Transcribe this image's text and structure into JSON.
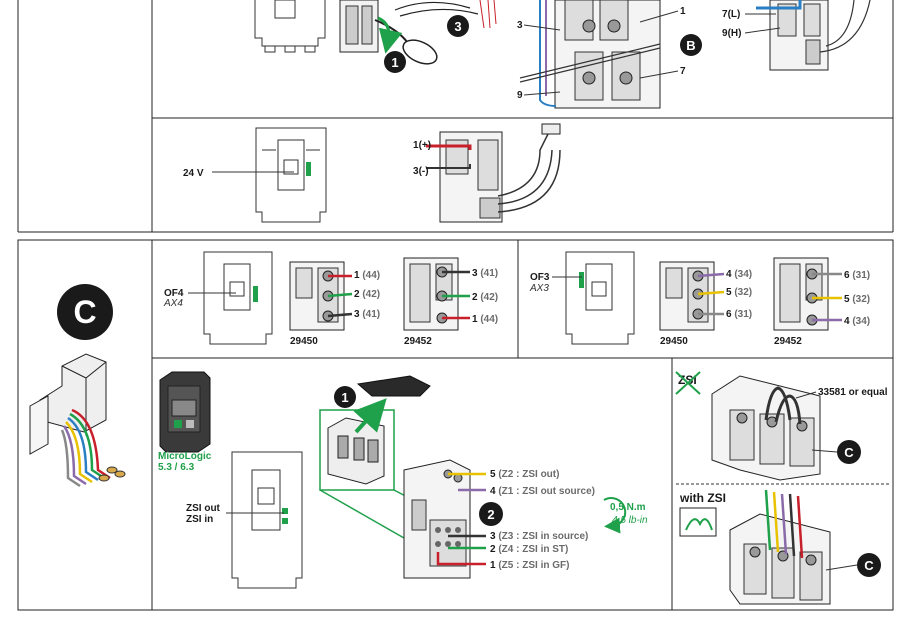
{
  "section_c_letter": "C",
  "top_row": {
    "right_labels": {
      "l7": "7",
      "l7_suffix": "(L)",
      "l9": "9",
      "l9_suffix": "(H)"
    },
    "mid_labels": {
      "l3": "3",
      "l1": "1",
      "l7": "7",
      "l9": "9",
      "badge": "B"
    },
    "step_badges": [
      "1",
      "3"
    ]
  },
  "supply_panel": {
    "voltage": "24 V",
    "pin1": "1",
    "pin1_suffix": "(+)",
    "pin3": "3",
    "pin3_suffix": "(-)"
  },
  "of4_panel": {
    "title": "OF4",
    "subtitle": "AX4",
    "ref_a": "29450",
    "ref_b": "29452",
    "a_labels": [
      {
        "num": "1",
        "code": "(44)"
      },
      {
        "num": "2",
        "code": "(42)"
      },
      {
        "num": "3",
        "code": "(41)"
      }
    ],
    "b_labels": [
      {
        "num": "3",
        "code": "(41)"
      },
      {
        "num": "2",
        "code": "(42)"
      },
      {
        "num": "1",
        "code": "(44)"
      }
    ]
  },
  "of3_panel": {
    "title": "OF3",
    "subtitle": "AX3",
    "ref_a": "29450",
    "ref_b": "29452",
    "a_labels": [
      {
        "num": "4",
        "code": "(34)"
      },
      {
        "num": "5",
        "code": "(32)"
      },
      {
        "num": "6",
        "code": "(31)"
      }
    ],
    "b_labels": [
      {
        "num": "6",
        "code": "(31)"
      },
      {
        "num": "5",
        "code": "(32)"
      },
      {
        "num": "4",
        "code": "(34)"
      }
    ]
  },
  "zsi_panel": {
    "micrologic_line1": "MicroLogic",
    "micrologic_line2": "5.3 / 6.3",
    "zsi_out": "ZSI out",
    "zsi_in": "ZSI in",
    "step1": "1",
    "step2": "2",
    "torque": "0,5 N.m",
    "torque_imperial": "4.5 lb-in",
    "terminals": [
      {
        "num": "5",
        "desc": "(Z2 : ZSI out)"
      },
      {
        "num": "4",
        "desc": "(Z1 : ZSI out source)"
      },
      {
        "num": "3",
        "desc": "(Z3 : ZSI in source)"
      },
      {
        "num": "2",
        "desc": "(Z4 : ZSI in ST)"
      },
      {
        "num": "1",
        "desc": "(Z5 : ZSI in GF)"
      }
    ]
  },
  "no_zsi_panel": {
    "label": "ZSI",
    "jumper_ref": "33581 or equal",
    "badge": "C"
  },
  "with_zsi_panel": {
    "label": "with ZSI",
    "badge": "C"
  },
  "colors": {
    "green": "#1fa04a",
    "red": "#c8202a",
    "yellow": "#e8c200",
    "blue": "#2a7fc4",
    "purple": "#8a6aa8",
    "dark": "#1a1a1a"
  }
}
